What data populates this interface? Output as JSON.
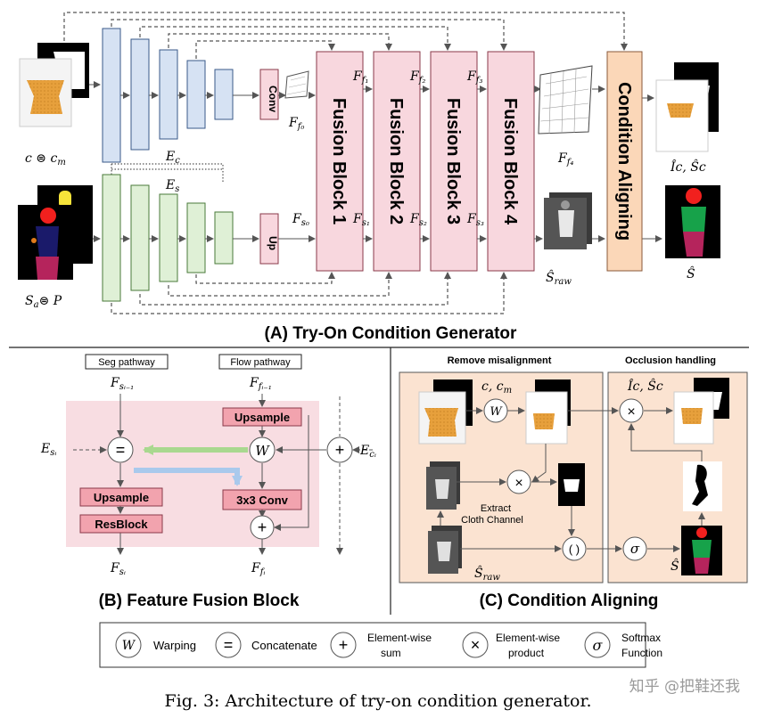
{
  "panel_a": {
    "title": "(A) Try-On Condition Generator",
    "conv_label": "Conv",
    "up_label": "Up",
    "fusion_blocks": [
      "Fusion Block 1",
      "Fusion Block 2",
      "Fusion Block 3",
      "Fusion Block 4"
    ],
    "condition_aligning": "Condition Aligning",
    "input_cloth": "c ⊜ c",
    "input_cloth_sub": "m",
    "input_seg": "S",
    "input_seg_sub": "a",
    "input_seg_rest": "⊜ P",
    "enc_c": "E",
    "enc_c_sub": "c",
    "enc_s": "E",
    "enc_s_sub": "s",
    "flow_labels": [
      "F",
      "F",
      "F",
      "F",
      "F"
    ],
    "flow_subs": [
      "f₀",
      "f₁",
      "f₂",
      "f₃",
      "f₄"
    ],
    "seg_labels": [
      "F",
      "F",
      "F",
      "F"
    ],
    "seg_subs": [
      "s₀",
      "s₁",
      "s₂",
      "s₃"
    ],
    "out_ic": "Î",
    "out_ic_rest": "c, Ŝc",
    "out_sraw": "Ŝ",
    "out_sraw_sub": "raw",
    "out_s": "Ŝ"
  },
  "panel_b": {
    "title": "(B) Feature Fusion Block",
    "seg_pathway": "Seg pathway",
    "flow_pathway": "Flow pathway",
    "in_seg": "F",
    "in_seg_sub": "sᵢ₋₁",
    "in_flow": "F",
    "in_flow_sub": "fᵢ₋₁",
    "es": "E",
    "es_sub": "sᵢ",
    "ec": "E",
    "ec_sub": "cᵢ",
    "upsample_top": "Upsample",
    "conv": "3x3 Conv",
    "upsample_bottom": "Upsample",
    "resblock": "ResBlock",
    "out_seg": "F",
    "out_seg_sub": "sᵢ",
    "out_flow": "F",
    "out_flow_sub": "fᵢ"
  },
  "panel_c": {
    "title": "(C) Condition Aligning",
    "remove_misalignment": "Remove misalignment",
    "occlusion_handling": "Occlusion handling",
    "c_cm": "c, c",
    "c_cm_sub": "m",
    "ic_sc": "Î",
    "ic_sc_rest": "c, Ŝc",
    "extract_line1": "Extract",
    "extract_line2": "Cloth Channel",
    "sraw": "Ŝ",
    "sraw_sub": "raw",
    "s_hat": "Ŝ"
  },
  "legend": {
    "items": [
      {
        "symbol": "W",
        "label": "Warping"
      },
      {
        "symbol": "=",
        "label": "Concatenate"
      },
      {
        "symbol": "+",
        "label": "Element-wise\nsum"
      },
      {
        "symbol": "×",
        "label": "Element-wise\nproduct"
      },
      {
        "symbol": "σ",
        "label": "Softmax\nFunction"
      }
    ]
  },
  "caption": "Fig. 3: Architecture of try-on condition generator.",
  "watermark": "知乎 @把鞋还我",
  "colors": {
    "enc_c": "#d6e2f3",
    "enc_s": "#dff0d6",
    "fusion": "#f8d7de",
    "aligning": "#fbd7b8",
    "panel_b_bg": "#f8dde2",
    "panel_c_bg": "#fbe3d1",
    "block_red": "#f2a3ae",
    "arrow_green": "#a9d88f",
    "arrow_blue": "#a9c9ec"
  }
}
